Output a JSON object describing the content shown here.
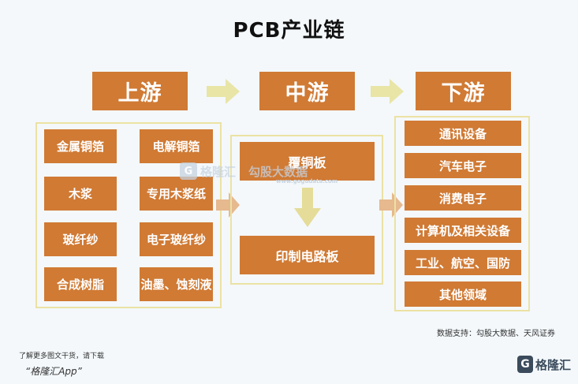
{
  "title": "PCB产业链",
  "stages": {
    "upstream": "上游",
    "midstream": "中游",
    "downstream": "下游"
  },
  "upstream_items": [
    "金属铜箔",
    "电解铜箔",
    "木浆",
    "专用木浆纸",
    "玻纤纱",
    "电子玻纤纱",
    "合成树脂",
    "油墨、蚀刻液"
  ],
  "midstream_items": [
    "覆铜板",
    "印制电路板"
  ],
  "downstream_items": [
    "通讯设备",
    "汽车电子",
    "消费电子",
    "计算机及相关设备",
    "工业、航空、国防",
    "其他领域"
  ],
  "source": "数据支持：勾股大数据、天风证券",
  "watermark": {
    "brand": "格隆汇",
    "brand2": "勾股大数据",
    "url": "www.gogudata.com"
  },
  "footer": {
    "line1": "了解更多图文干货，请下载",
    "line2": "“格隆汇App”",
    "logo_text": "格隆汇",
    "logo_letter": "G"
  },
  "colors": {
    "box": "#d07a34",
    "arrow": "#e8e5a6",
    "down_arrow": "#e4dc98",
    "panel_border": "#ebe2a3",
    "background": "#f4f8fb"
  }
}
